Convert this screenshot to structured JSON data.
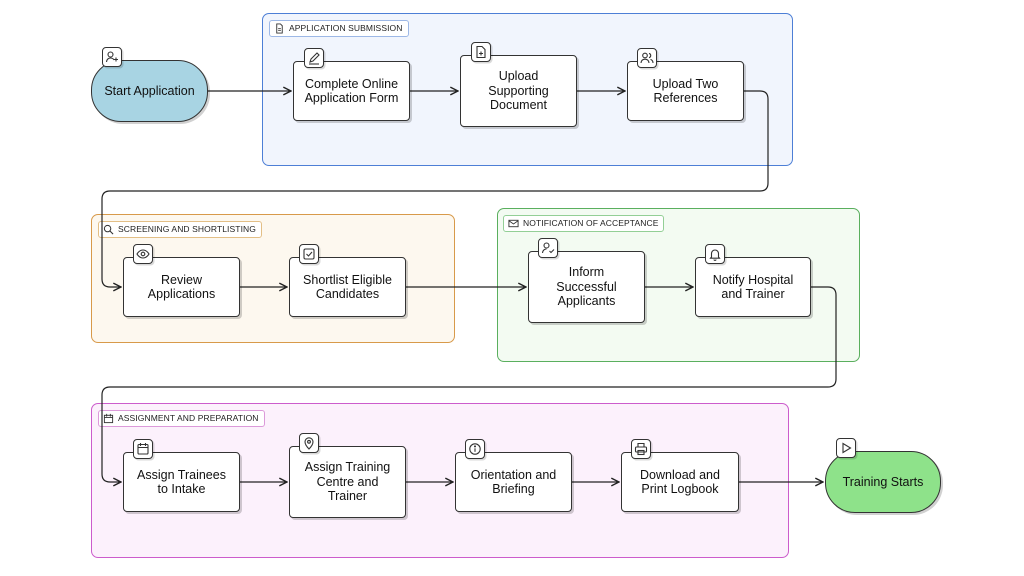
{
  "groups": {
    "application": "APPLICATION SUBMISSION",
    "screening": "SCREENING AND SHORTLISTING",
    "notification": "NOTIFICATION OF ACCEPTANCE",
    "assignment": "ASSIGNMENT AND PREPARATION"
  },
  "nodes": {
    "start": "Start Application",
    "complete_form": "Complete Online\nApplication Form",
    "upload_doc": "Upload\nSupporting\nDocument",
    "upload_refs": "Upload Two\nReferences",
    "review": "Review\nApplications",
    "shortlist": "Shortlist Eligible\nCandidates",
    "inform": "Inform\nSuccessful\nApplicants",
    "notify": "Notify Hospital\nand Trainer",
    "assign_intake": "Assign Trainees\nto Intake",
    "assign_centre": "Assign Training\nCentre and\nTrainer",
    "orientation": "Orientation and\nBriefing",
    "logbook": "Download and\nPrint Logbook",
    "end": "Training Starts"
  },
  "icons": {
    "start": "user-plus-icon",
    "complete_form": "pencil-icon",
    "upload_doc": "file-plus-icon",
    "upload_refs": "users-icon",
    "review": "eye-icon",
    "shortlist": "checkbox-icon",
    "inform": "user-check-icon",
    "notify": "bell-icon",
    "assign_intake": "calendar-icon",
    "assign_centre": "map-pin-icon",
    "orientation": "info-icon",
    "logbook": "printer-icon",
    "end": "play-icon"
  },
  "colors": {
    "start_fill": "#a8d4e3",
    "end_fill": "#8ee28a",
    "application_border": "#4d7fd6",
    "screening_border": "#d89a4a",
    "notification_border": "#5aaf5e",
    "assignment_border": "#cc5ccc"
  }
}
